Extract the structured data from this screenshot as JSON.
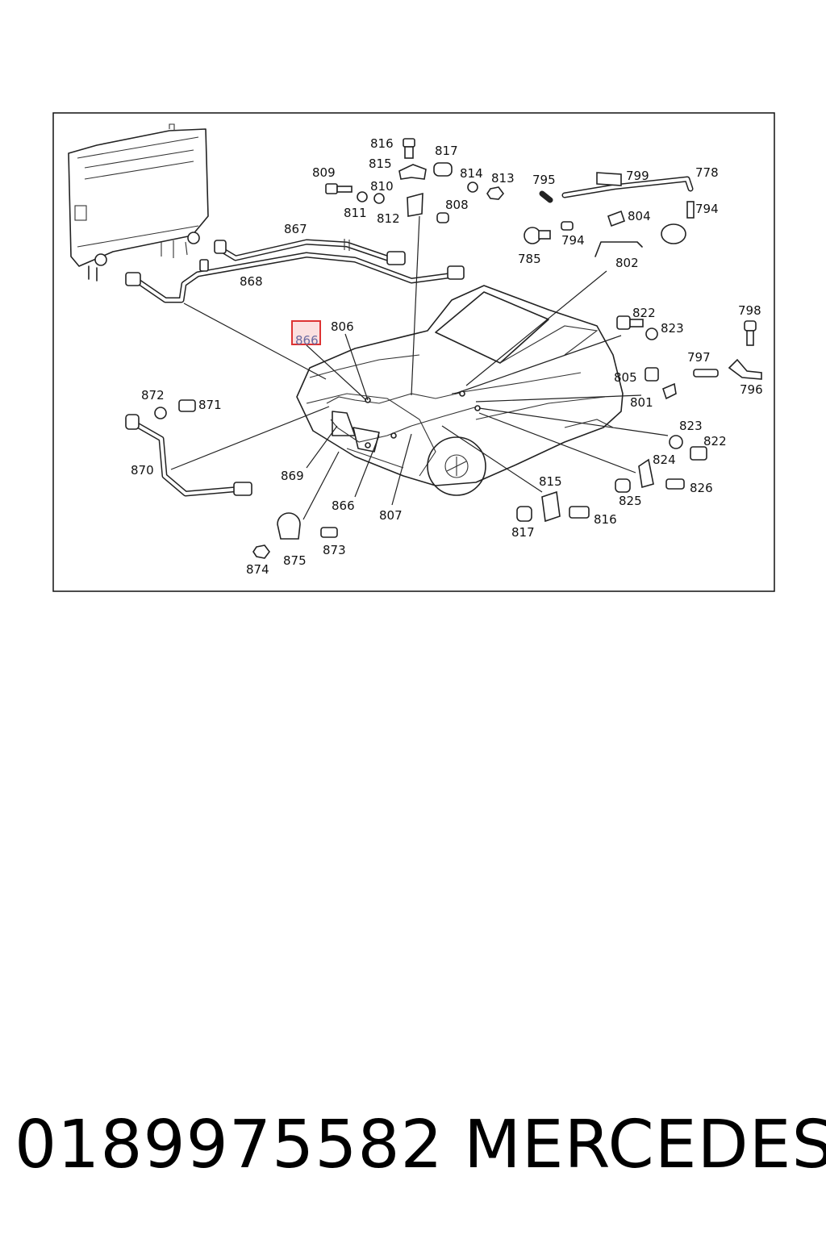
{
  "diagram": {
    "highlighted_label": "866",
    "labels": {
      "l778": "778",
      "l785": "785",
      "l794a": "794",
      "l794b": "794",
      "l795": "795",
      "l796": "796",
      "l797": "797",
      "l798": "798",
      "l799": "799",
      "l801": "801",
      "l802": "802",
      "l804": "804",
      "l805": "805",
      "l806": "806",
      "l807": "807",
      "l808": "808",
      "l809": "809",
      "l810": "810",
      "l811": "811",
      "l812": "812",
      "l813": "813",
      "l814": "814",
      "l815a": "815",
      "l815b": "815",
      "l816a": "816",
      "l816b": "816",
      "l817a": "817",
      "l817b": "817",
      "l822a": "822",
      "l822b": "822",
      "l823a": "823",
      "l823b": "823",
      "l824": "824",
      "l825": "825",
      "l826": "826",
      "l866": "866",
      "l867": "867",
      "l868": "868",
      "l869": "869",
      "l870": "870",
      "l871": "871",
      "l872": "872",
      "l873": "873",
      "l874": "874",
      "l875": "875"
    }
  },
  "footer": {
    "part_number": "0189975582",
    "brand": "MERCEDES"
  }
}
